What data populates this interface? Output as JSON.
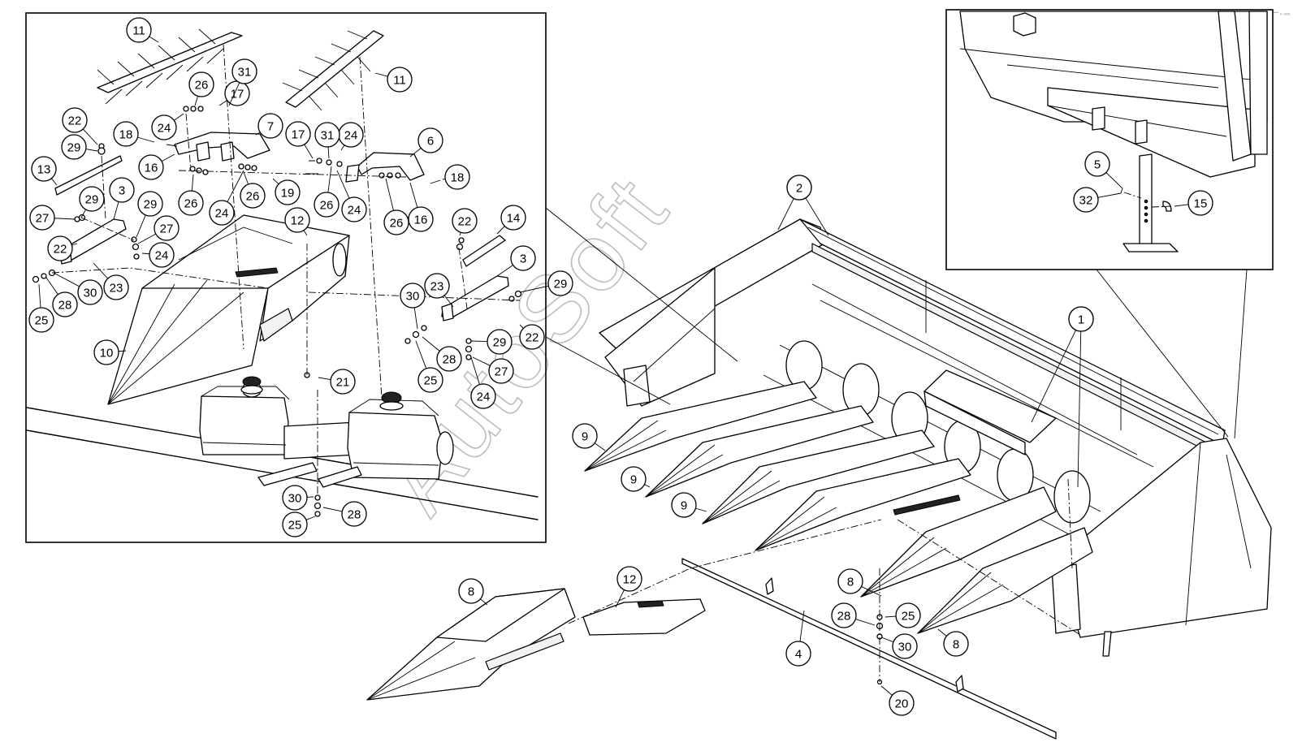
{
  "diagram": {
    "watermark": "AutoSoft",
    "corner_mark": "ꟷ ₙ ₒₒₒ",
    "callout_labels": [
      "1",
      "1",
      "2",
      "2",
      "3",
      "3",
      "4",
      "5",
      "6",
      "7",
      "8",
      "8",
      "8",
      "9",
      "9",
      "9",
      "10",
      "11",
      "11",
      "12",
      "12",
      "13",
      "14",
      "15",
      "16",
      "16",
      "17",
      "17",
      "18",
      "18",
      "19",
      "20",
      "21",
      "22",
      "22",
      "22",
      "22",
      "23",
      "23",
      "24",
      "24",
      "24",
      "24",
      "24",
      "24",
      "25",
      "25",
      "25",
      "25",
      "26",
      "26",
      "26",
      "26",
      "26",
      "27",
      "27",
      "27",
      "28",
      "28",
      "28",
      "28",
      "29",
      "29",
      "29",
      "29",
      "29",
      "30",
      "30",
      "30",
      "30",
      "31",
      "31",
      "32"
    ]
  }
}
